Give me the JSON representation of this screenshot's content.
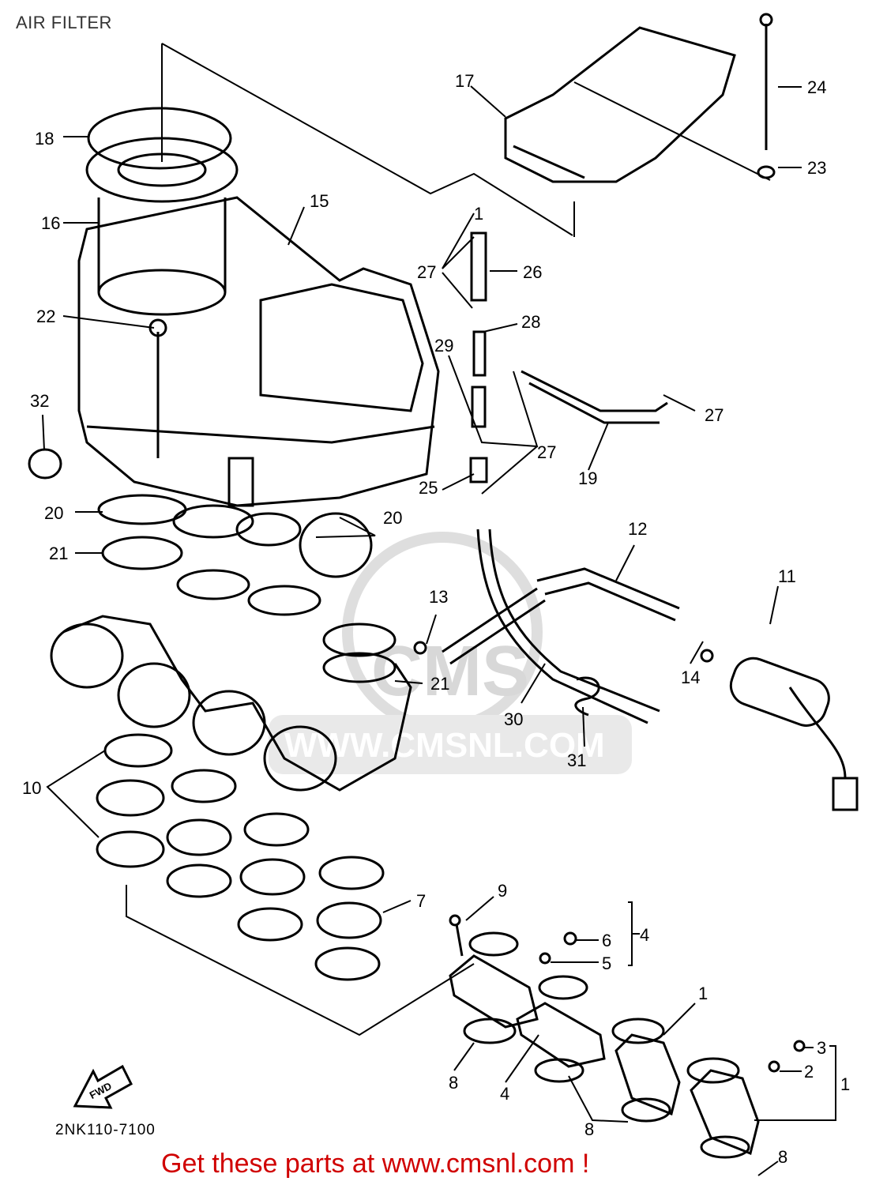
{
  "title": "AIR FILTER",
  "document_code": "2NK110-7100",
  "footer": {
    "text": "Get these parts at www.cmsnl.com !"
  },
  "watermark": {
    "text": "WWW.CMSNL.COM",
    "logo": "CMS"
  },
  "fwd_arrow": {
    "label": "FWD"
  },
  "callouts": [
    "1",
    "2",
    "3",
    "4",
    "5",
    "6",
    "7",
    "8",
    "9",
    "10",
    "11",
    "12",
    "13",
    "14",
    "15",
    "16",
    "17",
    "18",
    "19",
    "20",
    "21",
    "22",
    "23",
    "24",
    "25",
    "26",
    "27",
    "28",
    "29",
    "30",
    "31",
    "32"
  ]
}
